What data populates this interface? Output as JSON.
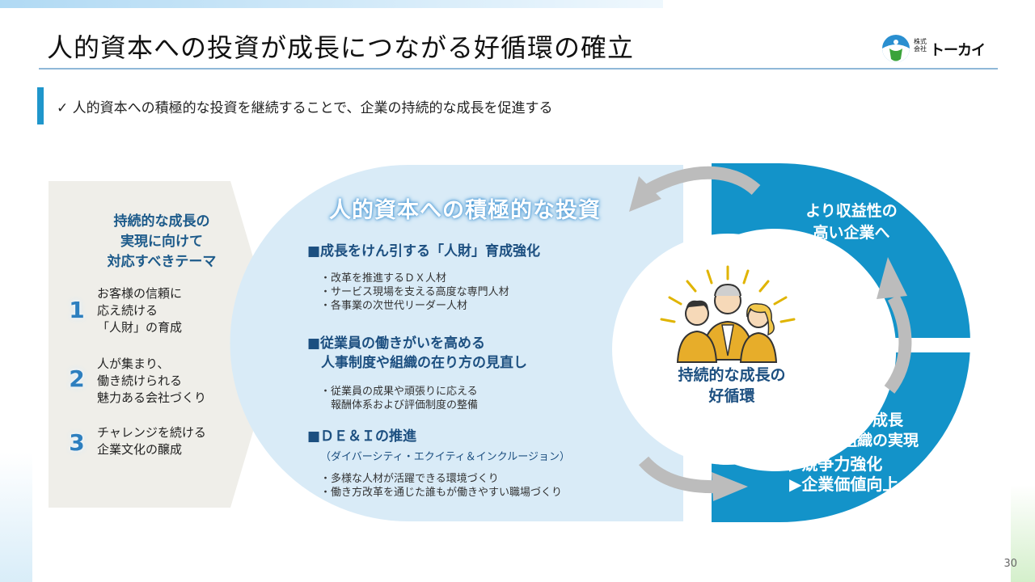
{
  "header": {
    "title": "人的資本への投資が成長につながる好循環の確立",
    "logo_small_line1": "株式",
    "logo_small_line2": "会社",
    "logo_name": "トーカイ"
  },
  "subtitle": "✓ 人的資本への積極的な投資を継続することで、企業の持続的な成長を促進する",
  "left_panel": {
    "heading_lines": [
      "持続的な成長の",
      "実現に向けて",
      "対応すべきテーマ"
    ],
    "themes": [
      {
        "num": "1",
        "lines": [
          "お客様の信頼に",
          "応え続ける",
          "「人財」の育成"
        ]
      },
      {
        "num": "2",
        "lines": [
          "人が集まり、",
          "働き続けられる",
          "魅力ある会社づくり"
        ]
      },
      {
        "num": "3",
        "lines": [
          "チャレンジを続ける",
          "企業文化の醸成"
        ]
      }
    ]
  },
  "middle": {
    "title": "人的資本への積極的な投資",
    "sections": [
      {
        "head_lines": [
          "■成長をけん引する「人財」育成強化"
        ],
        "bullets": [
          "・改革を推進するＤＸ人材",
          "・サービス現場を支える高度な専門人材",
          "・各事業の次世代リーダー人材"
        ]
      },
      {
        "head_lines": [
          "■従業員の働きがいを高める",
          "　人事制度や組織の在り方の見直し"
        ],
        "bullets": [
          "・従業員の成果や頑張りに応える",
          "　報酬体系および評価制度の整備"
        ]
      },
      {
        "head_lines": [
          "■ＤＥ＆Ｉの推進"
        ],
        "sub": "（ダイバーシティ・エクイティ＆インクルージョン）",
        "bullets": [
          "・多様な人材が活躍できる環境づくり",
          "・働き方改革を通じた誰もが働きやすい職場づくり"
        ]
      }
    ]
  },
  "right": {
    "top_lines": [
      "より収益性の",
      "高い企業へ"
    ],
    "bottom_lines": [
      "従業員の成長",
      "自律型組織の実現"
    ],
    "bottom_items": [
      "▶競争力強化",
      "▶企業価値向上"
    ]
  },
  "center": {
    "lines": [
      "持続的な成長の",
      "好循環"
    ]
  },
  "colors": {
    "accent_blue": "#1f96cb",
    "light_blue": "#d9ebf7",
    "panel_gray": "#efeee9",
    "heading_navy": "#1c4f80"
  },
  "page_number": "30"
}
